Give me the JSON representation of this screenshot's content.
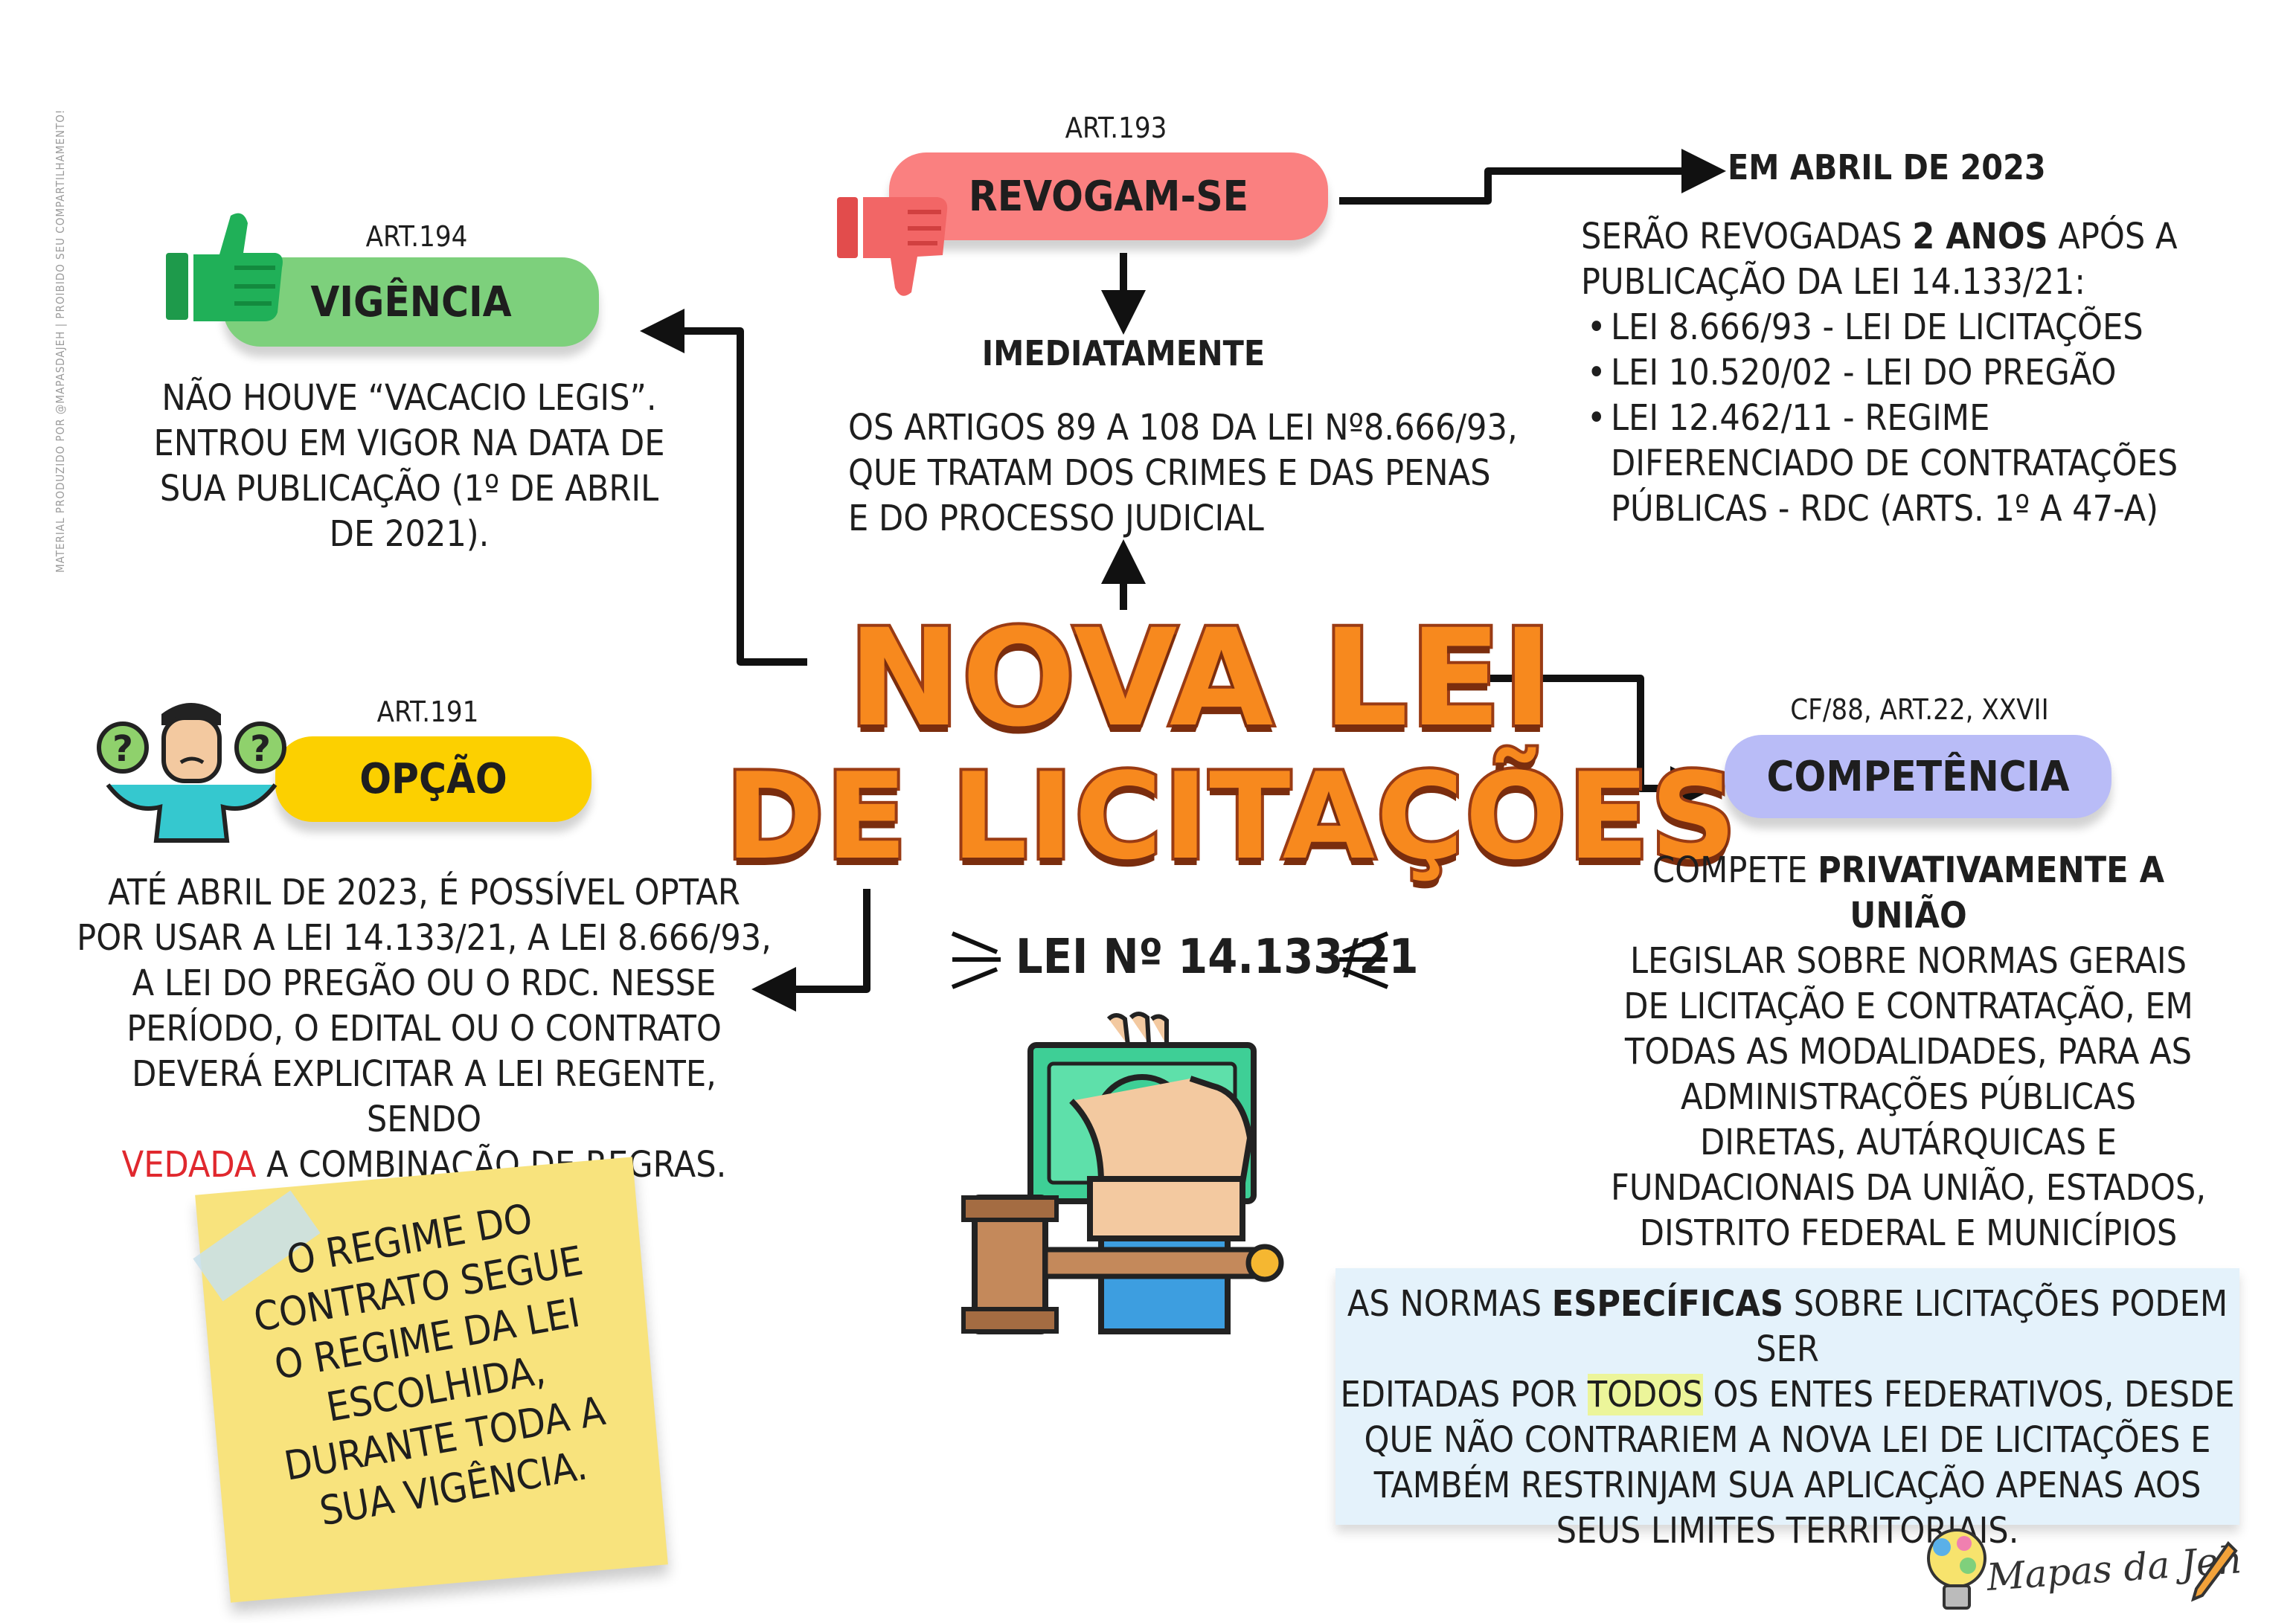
{
  "watermark": "MATERIAL PRODUZIDO POR @MAPASDAJEH | PROIBIDO SEU COMPARTILHAMENTO!",
  "title": {
    "line1": "NOVA LEI",
    "line2": "DE LICITAÇÕES",
    "subtitle": "LEI Nº 14.133/21"
  },
  "revogam": {
    "art": "ART.193",
    "label": "REVOGAM-SE",
    "immediate_heading": "IMEDIATAMENTE",
    "immediate_text": [
      "OS ARTIGOS 89 A 108 DA LEI Nº8.666/93,",
      "QUE TRATAM DOS CRIMES E DAS PENAS",
      "E DO PROCESSO JUDICIAL"
    ],
    "april_heading": "EM ABRIL DE 2023",
    "april_intro_1": "SERÃO REVOGADAS",
    "april_intro_bold": "2 ANOS",
    "april_intro_2": "APÓS A",
    "april_intro_3": "PUBLICAÇÃO DA LEI 14.133/21:",
    "items": [
      "LEI 8.666/93 - LEI DE LICITAÇÕES",
      "LEI 10.520/02 - LEI DO PREGÃO",
      "LEI 12.462/11 - REGIME DIFERENCIADO DE CONTRATAÇÕES PÚBLICAS - RDC (ARTS. 1º A 47-A)"
    ]
  },
  "vigencia": {
    "art": "ART.194",
    "label": "VIGÊNCIA",
    "text": [
      "NÃO HOUVE “VACACIO LEGIS”.",
      "ENTROU EM VIGOR NA DATA DE",
      "SUA PUBLICAÇÃO (1º DE ABRIL",
      "DE 2021)."
    ]
  },
  "opcao": {
    "art": "ART.191",
    "label": "OPÇÃO",
    "text": [
      "ATÉ ABRIL DE 2023, É POSSÍVEL OPTAR",
      "POR USAR A LEI 14.133/21, A LEI 8.666/93,",
      "A LEI DO PREGÃO OU O RDC. NESSE",
      "PERÍODO, O EDITAL OU O CONTRATO",
      "DEVERÁ EXPLICITAR A LEI REGENTE, SENDO"
    ],
    "last_red": "VEDADA",
    "last_rest": "A COMBINAÇÃO DE REGRAS."
  },
  "competencia": {
    "art": "CF/88, ART.22, XXVII",
    "label": "COMPETÊNCIA",
    "line1_a": "COMPETE",
    "line1_bold": "PRIVATIVAMENTE A UNIÃO",
    "text": [
      "LEGISLAR SOBRE NORMAS GERAIS",
      "DE LICITAÇÃO E CONTRATAÇÃO, EM",
      "TODAS AS MODALIDADES, PARA AS",
      "ADMINISTRAÇÕES PÚBLICAS",
      "DIRETAS, AUTÁRQUICAS E",
      "FUNDACIONAIS DA UNIÃO, ESTADOS,",
      "DISTRITO FEDERAL E MUNICÍPIOS"
    ]
  },
  "note": {
    "lines": [
      "O REGIME DO",
      "CONTRATO SEGUE",
      "O REGIME DA LEI",
      "ESCOLHIDA,",
      "DURANTE TODA A",
      "SUA VIGÊNCIA."
    ]
  },
  "specific": {
    "l1_a": "AS NORMAS",
    "l1_bold": "ESPECÍFICAS",
    "l1_b": "SOBRE LICITAÇÕES PODEM SER",
    "l2_a": "EDITADAS POR",
    "l2_hl": "TODOS",
    "l2_b": "OS ENTES FEDERATIVOS, DESDE",
    "l3": "QUE NÃO CONTRARIEM A NOVA LEI DE LICITAÇÕES E",
    "l4": "TAMBÉM RESTRINJAM SUA APLICAÇÃO APENAS AOS",
    "l5": "SEUS LIMITES TERRITORIAIS."
  },
  "brand": "Mapas da Jeh",
  "colors": {
    "title_orange": "#f7891e",
    "revogam_pill": "#fa8080",
    "vigencia_pill": "#7dd07c",
    "opcao_pill": "#fcd000",
    "competencia_pill": "#b9bcf7",
    "note_yellow": "#f8e37d",
    "specific_box": "#e4f2fb"
  }
}
